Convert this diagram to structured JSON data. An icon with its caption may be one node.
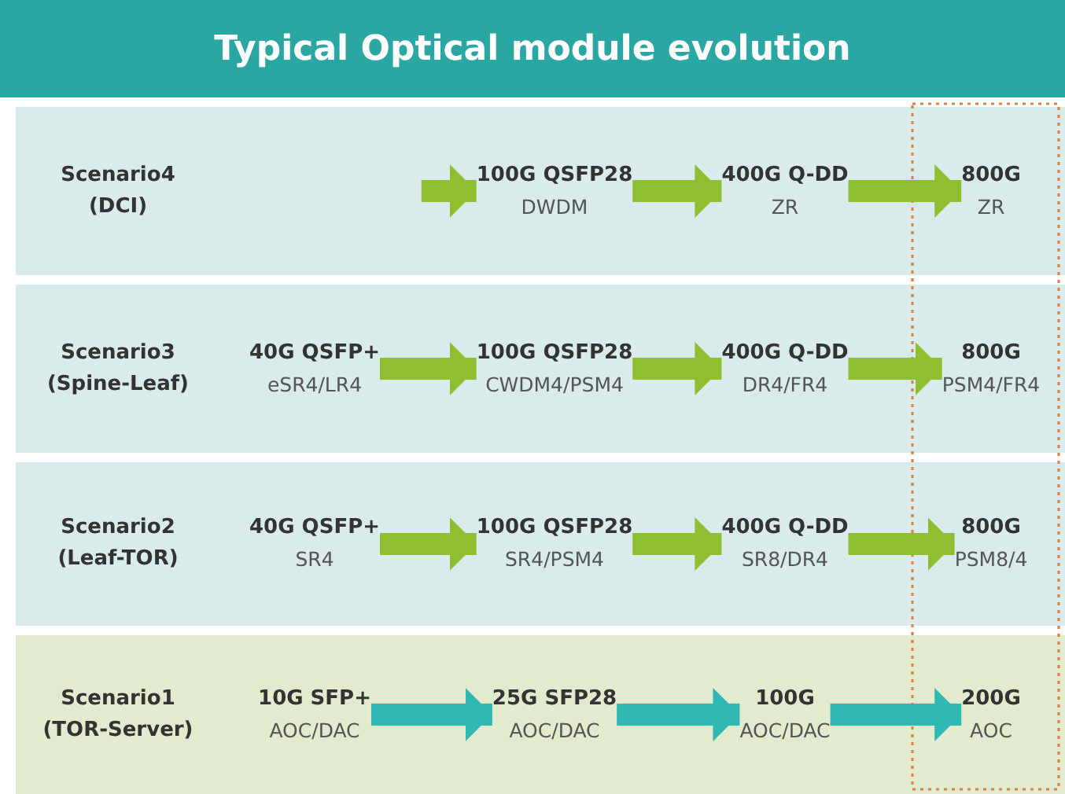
{
  "diagram": {
    "title": "Typical Optical module evolution",
    "nodes": [
      {
        "text": [
          "Scenario4 (DCI)"
        ]
      },
      {
        "text": [
          "100G QSFP28",
          "DWDM"
        ],
        "in": 0
      },
      {
        "text": [
          "400G Q-DD",
          "ZR"
        ],
        "in": 0
      },
      {
        "text": [
          "800G",
          "ZR"
        ],
        "in": 0
      },
      {
        "text": [
          "Scenario3 (Spine-Leaf)"
        ]
      },
      {
        "text": [
          "40G QSFP+",
          "eSR4/LR4"
        ],
        "in": 4
      },
      {
        "text": [
          "100G QSFP28",
          "CWDM4/PSM4"
        ],
        "in": 4
      },
      {
        "text": [
          "400G Q-DD",
          "DR4/FR4"
        ],
        "in": 4
      },
      {
        "text": [
          "800G",
          "PSM4/FR4"
        ],
        "in": 4
      },
      {
        "text": [
          "Scenario2 (Leaf-TOR)"
        ]
      },
      {
        "text": [
          "40G QSFP+",
          "SR4"
        ],
        "in": 9
      },
      {
        "text": [
          "100G QSFP28",
          "SR4/PSM4"
        ],
        "in": 9
      },
      {
        "text": [
          "400G Q-DD",
          "SR8/DR4"
        ],
        "in": 9
      },
      {
        "text": [
          "800G",
          "PSM8/4"
        ],
        "in": 9
      },
      {
        "text": [
          "Scenario1 (TOR-Server)"
        ]
      },
      {
        "text": [
          "10G SFP+",
          "AOC/DAC"
        ],
        "in": 14
      },
      {
        "text": [
          "25G SFP28",
          "AOC/DAC"
        ],
        "in": 14
      },
      {
        "text": [
          "100G",
          "AOC/DAC"
        ],
        "in": 14
      },
      {
        "text": [
          "200G",
          "AOC"
        ],
        "in": 14
      }
    ],
    "edges": [
      {
        "from": null,
        "to": 1,
        "arrow": "to"
      },
      {
        "from": 1,
        "to": 2,
        "arrow": "to"
      },
      {
        "from": 2,
        "to": 3,
        "arrow": "to"
      },
      {
        "from": 5,
        "to": 6,
        "arrow": "to"
      },
      {
        "from": 6,
        "to": 7,
        "arrow": "to"
      },
      {
        "from": 7,
        "to": 8,
        "arrow": "to"
      },
      {
        "from": 10,
        "to": 11,
        "arrow": "to"
      },
      {
        "from": 11,
        "to": 12,
        "arrow": "to"
      },
      {
        "from": 12,
        "to": 13,
        "arrow": "to"
      },
      {
        "from": 15,
        "to": 16,
        "arrow": "to",
        "color": "#2fb8b4"
      },
      {
        "from": 16,
        "to": 17,
        "arrow": "to",
        "color": "#2fb8b4"
      },
      {
        "from": 17,
        "to": 18,
        "arrow": "to",
        "color": "#2fb8b4"
      }
    ]
  }
}
